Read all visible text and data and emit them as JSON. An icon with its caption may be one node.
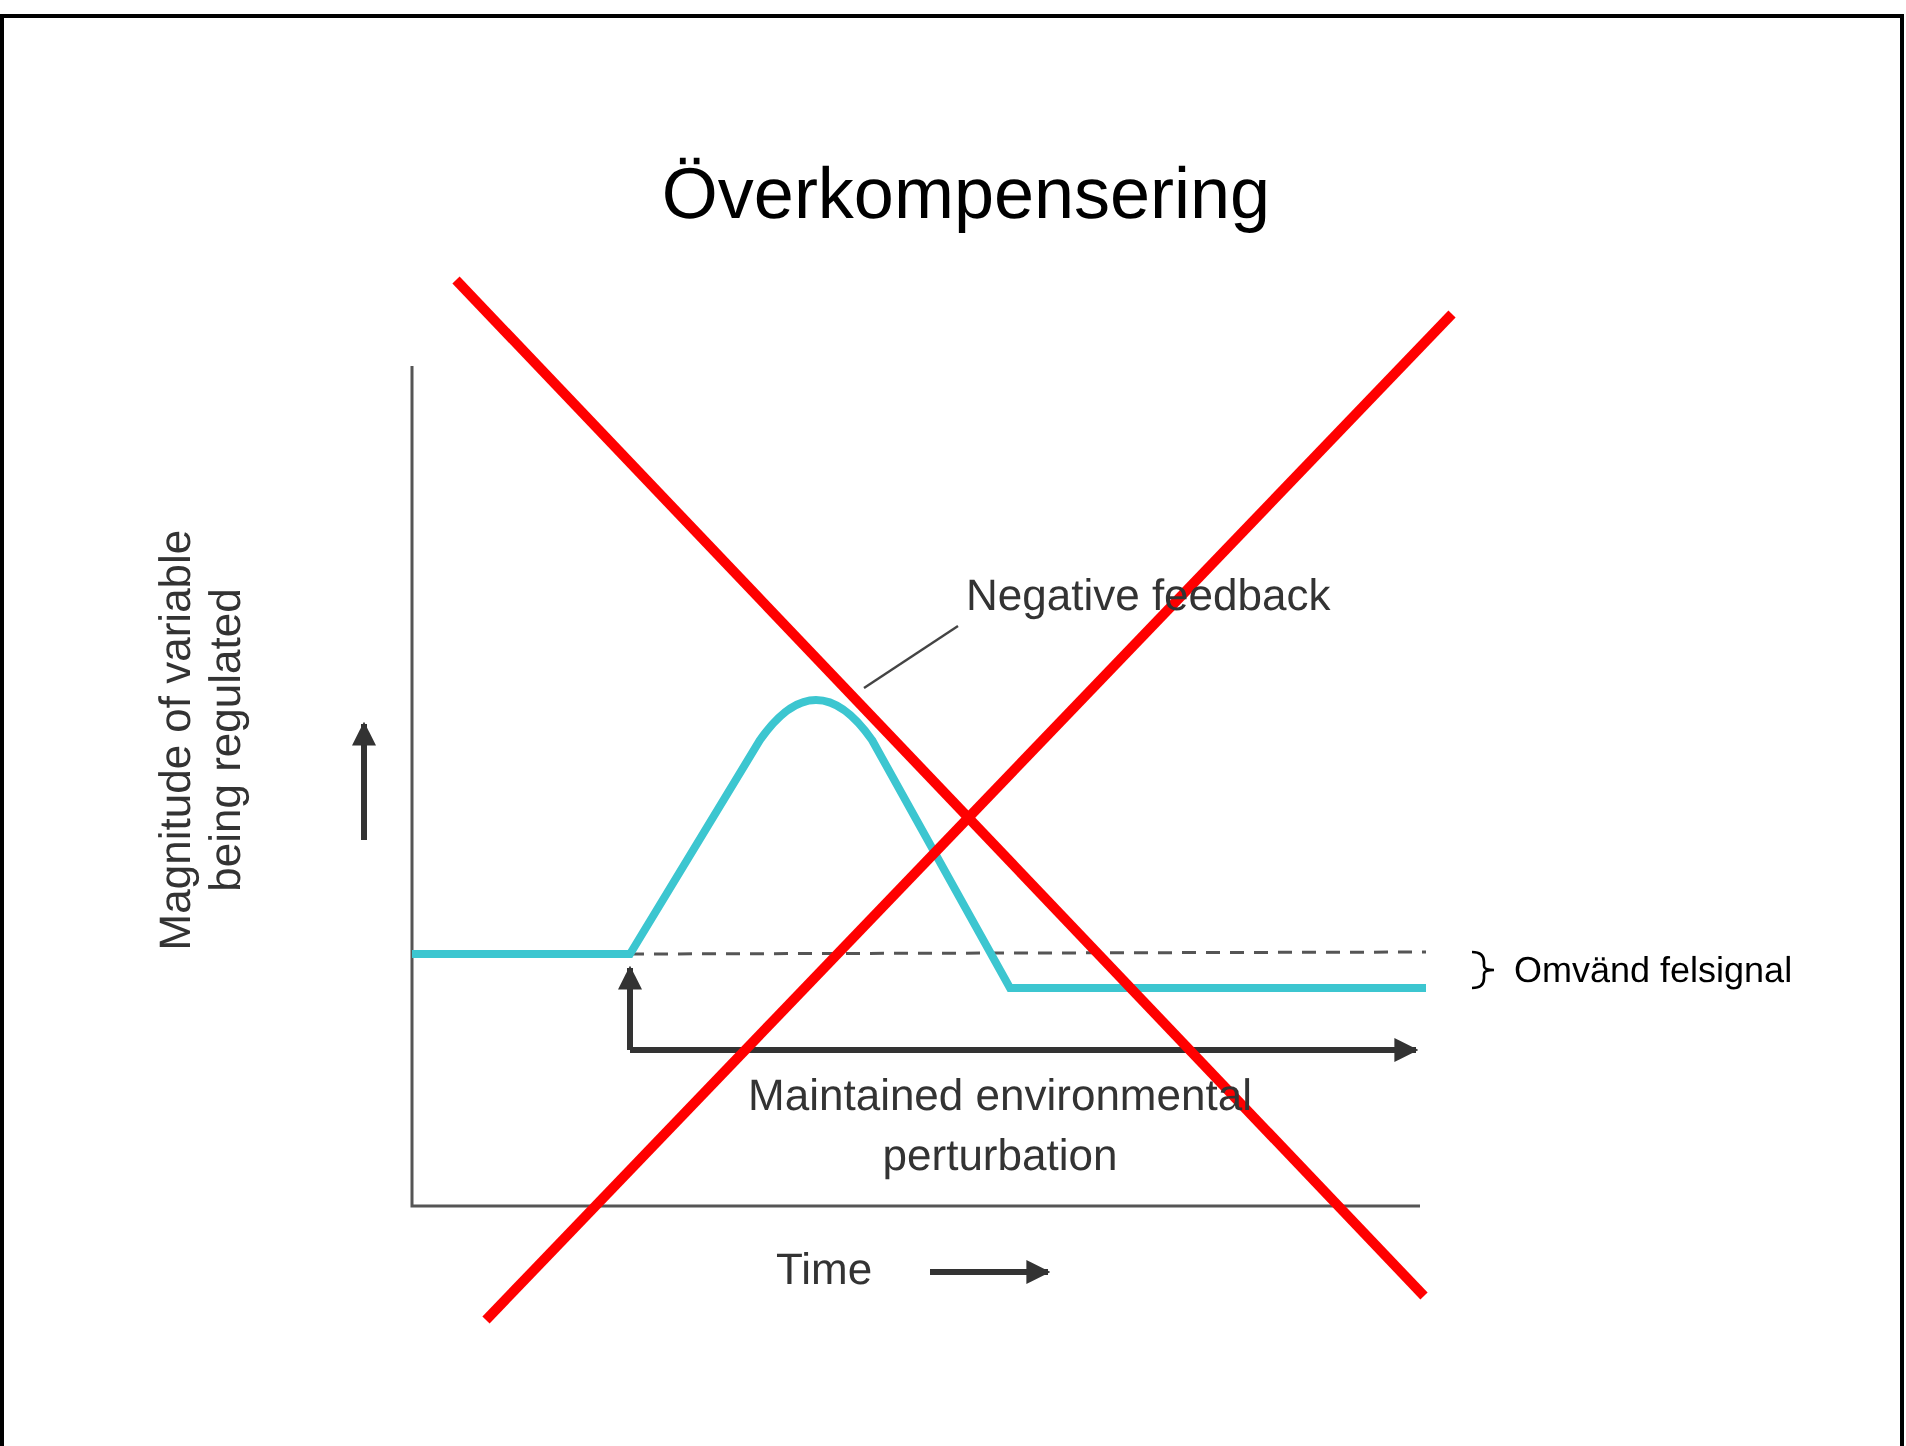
{
  "diagram": {
    "title": "Överkompensering",
    "nodes": [
      {
        "text": [
          "Negative feedback"
        ]
      },
      {
        "text": [],
        "shape": "curve"
      }
    ],
    "edges": [
      {
        "from": 0,
        "to": 1,
        "arrow": "none"
      }
    ],
    "labels": [
      "Magnitude of variable being regulated",
      "Maintained environmental perturbation",
      "Time",
      "Omvänd felsignal"
    ]
  }
}
